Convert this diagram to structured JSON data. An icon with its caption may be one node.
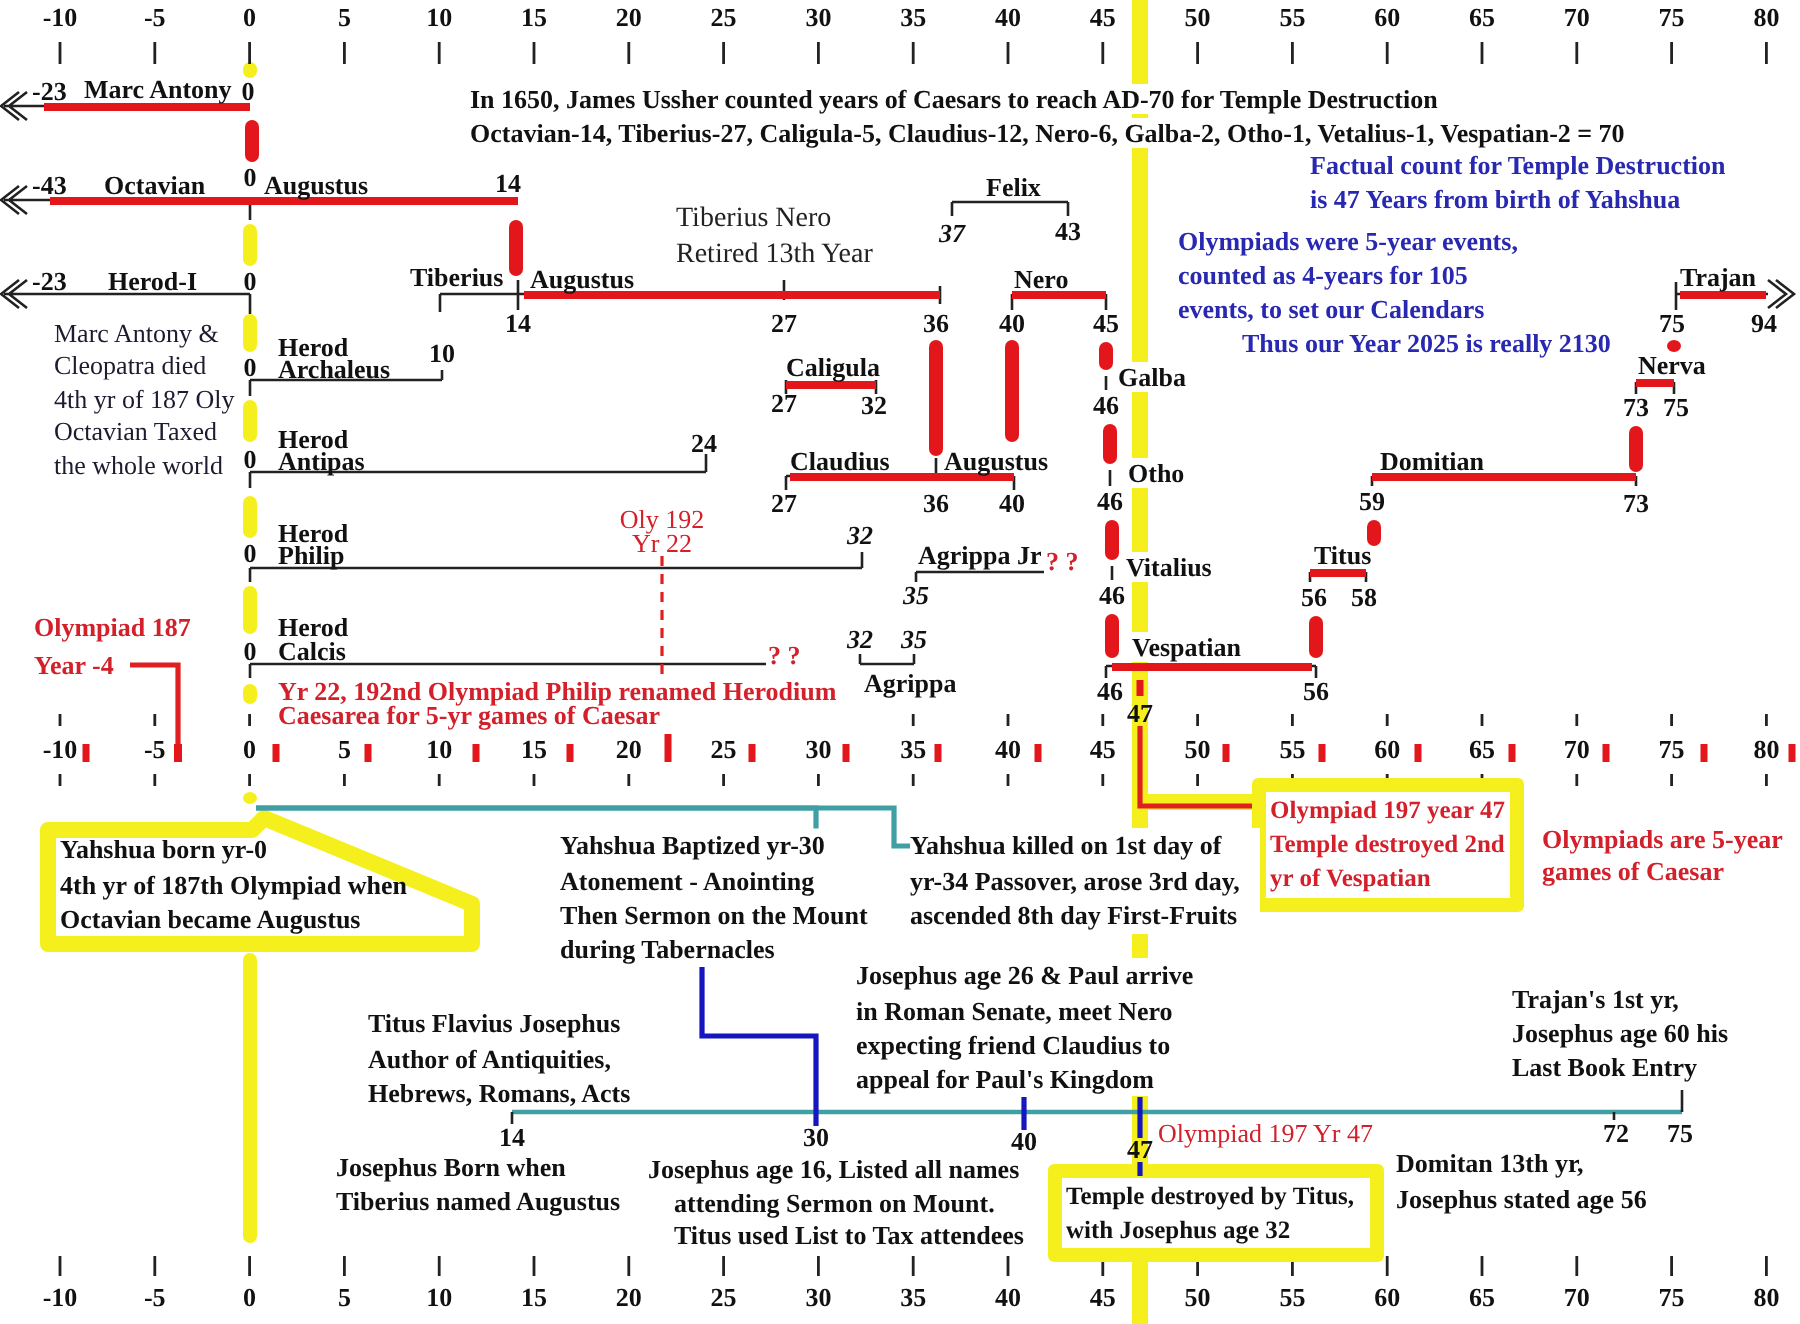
{
  "diagram": {
    "nodes": [
      {
        "text": [
          "Oly 192 Yr 22"
        ]
      },
      {
        "text": [
          "Olympiad 187 Year -4"
        ]
      },
      {
        "text": [
          "Yr 22, 192nd Olympiad Philip renamed Herodium Caesarea for 5-yr games of Caesar"
        ]
      },
      {
        "text": [
          "47"
        ]
      },
      {
        "text": [],
        "shape": "bar"
      },
      {
        "text": [
          "Olympiad 197 year 47 Temple destroyed 2nd yr of Vespatian"
        ]
      },
      {
        "text": [
          "Yahshua born yr-0",
          "4th yr of 187th Olympiad when Octavian became Augustus"
        ]
      },
      {
        "text": [
          "Yahshua Baptized yr-30 Atonement - Anointing Then Sermon on the Mount during Tabernacles"
        ]
      },
      {
        "text": [
          "Yahshua killed on 1st day of yr-34 Passover, arose 3rd day, ascended 8th day First-Fruits"
        ]
      },
      {
        "text": [
          "Josephus age 26 & Paul arrive in Roman Senate, meet Nero expecting friend Claudius to appeal for Paul's Kingdom"
        ]
      },
      {
        "text": [
          "30"
        ]
      },
      {
        "text": [
          "40"
        ]
      },
      {
        "text": [
          "47"
        ]
      },
      {
        "text": [
          "Temple destroyed by Titus, with Josephus age 32"
        ]
      }
    ],
    "edges": [
      {
        "from": 0,
        "to": 2,
        "arrow": "none",
        "style": "dashed",
        "color": "#e02020"
      },
      {
        "from": 1,
        "to": 4,
        "arrow": "none",
        "color": "#e02020"
      },
      {
        "from": 3,
        "to": 5,
        "arrow": "none",
        "color": "#e02020"
      },
      {
        "from": 6,
        "to": 8,
        "arrow": "none",
        "color": "#3f9fa3"
      },
      {
        "from": 6,
        "to": 7,
        "arrow": "none",
        "color": "#3f9fa3"
      },
      {
        "from": 7,
        "to": 10,
        "arrow": "none",
        "color": "#1616c0"
      },
      {
        "from": 9,
        "to": 11,
        "arrow": "none",
        "color": "#1616c0"
      },
      {
        "from": 9,
        "to": 12,
        "arrow": "none",
        "color": "#1616c0"
      },
      {
        "from": 12,
        "to": 13,
        "arrow": "none",
        "color": "#1616c0"
      }
    ],
    "labels": [
      "-10",
      "-5",
      "0",
      "5",
      "10",
      "15",
      "20",
      "25",
      "30",
      "35",
      "40",
      "45",
      "50",
      "55",
      "60",
      "65",
      "70",
      "75",
      "80",
      "-23",
      "Marc Antony",
      "0",
      "In 1650, James Ussher counted years of Caesars to reach AD-70 for Temple Destruction",
      "Octavian-14, Tiberius-27, Caligula-5, Claudius-12, Nero-6, Galba-2, Otho-1, Vetalius-1, Vespatian-2 = 70",
      "-43",
      "Octavian",
      "0",
      "Augustus",
      "14",
      "Tiberius Nero Retired 13th Year",
      "37",
      "Felix",
      "43",
      "Factual count for Temple Destruction is 47 Years from birth of Yahshua",
      "-23",
      "Herod-I",
      "0",
      "Tiberius",
      "Augustus",
      "Nero",
      "Olympiads were 5-year events, counted as 4-years for 105 events, to set our Calendars",
      "Trajan",
      "Marc Antony & Cleopatra died 4th yr of 187 Oly Octavian Taxed the whole world",
      "14",
      "27",
      "36",
      "40",
      "45",
      "Thus our Year 2025 is really 2130",
      "75",
      "94",
      "0",
      "Herod Archaleus",
      "10",
      "Caligula",
      "Galba",
      "Nerva",
      "27",
      "32",
      "46",
      "73",
      "75",
      "0",
      "Herod Antipas",
      "24",
      "Claudius",
      "Augustus",
      "Otho",
      "Domitian",
      "27",
      "36",
      "40",
      "46",
      "59",
      "73",
      "0",
      "Herod Philip",
      "32",
      "Agrippa Jr",
      "? ?",
      "Vitalius",
      "Titus",
      "35",
      "46",
      "56",
      "58",
      "0",
      "Herod Calcis",
      "? ?",
      "32",
      "35",
      "Vespatian",
      "Agrippa",
      "46",
      "56",
      "-10",
      "-5",
      "0",
      "5",
      "10",
      "15",
      "20",
      "25",
      "30",
      "35",
      "40",
      "45",
      "50",
      "55",
      "60",
      "65",
      "70",
      "75",
      "80",
      "Olympiads are 5-year games of Caesar",
      "Titus Flavius Josephus Author of Antiquities, Hebrews, Romans, Acts",
      "Trajan's 1st yr, Josephus age 60 his Last Book Entry",
      "14",
      "Olympiad 197 Yr 47",
      "72",
      "75",
      "Josephus Born when Tiberius named Augustus",
      "Josephus age 16, Listed all names attending Sermon on Mount. Titus used List to Tax attendees",
      "Domitan 13th yr, Josephus stated age 56",
      "-10",
      "-5",
      "0",
      "5",
      "10",
      "15",
      "20",
      "25",
      "30",
      "35",
      "40",
      "45",
      "50",
      "55",
      "60",
      "65",
      "70",
      "75",
      "80"
    ]
  }
}
